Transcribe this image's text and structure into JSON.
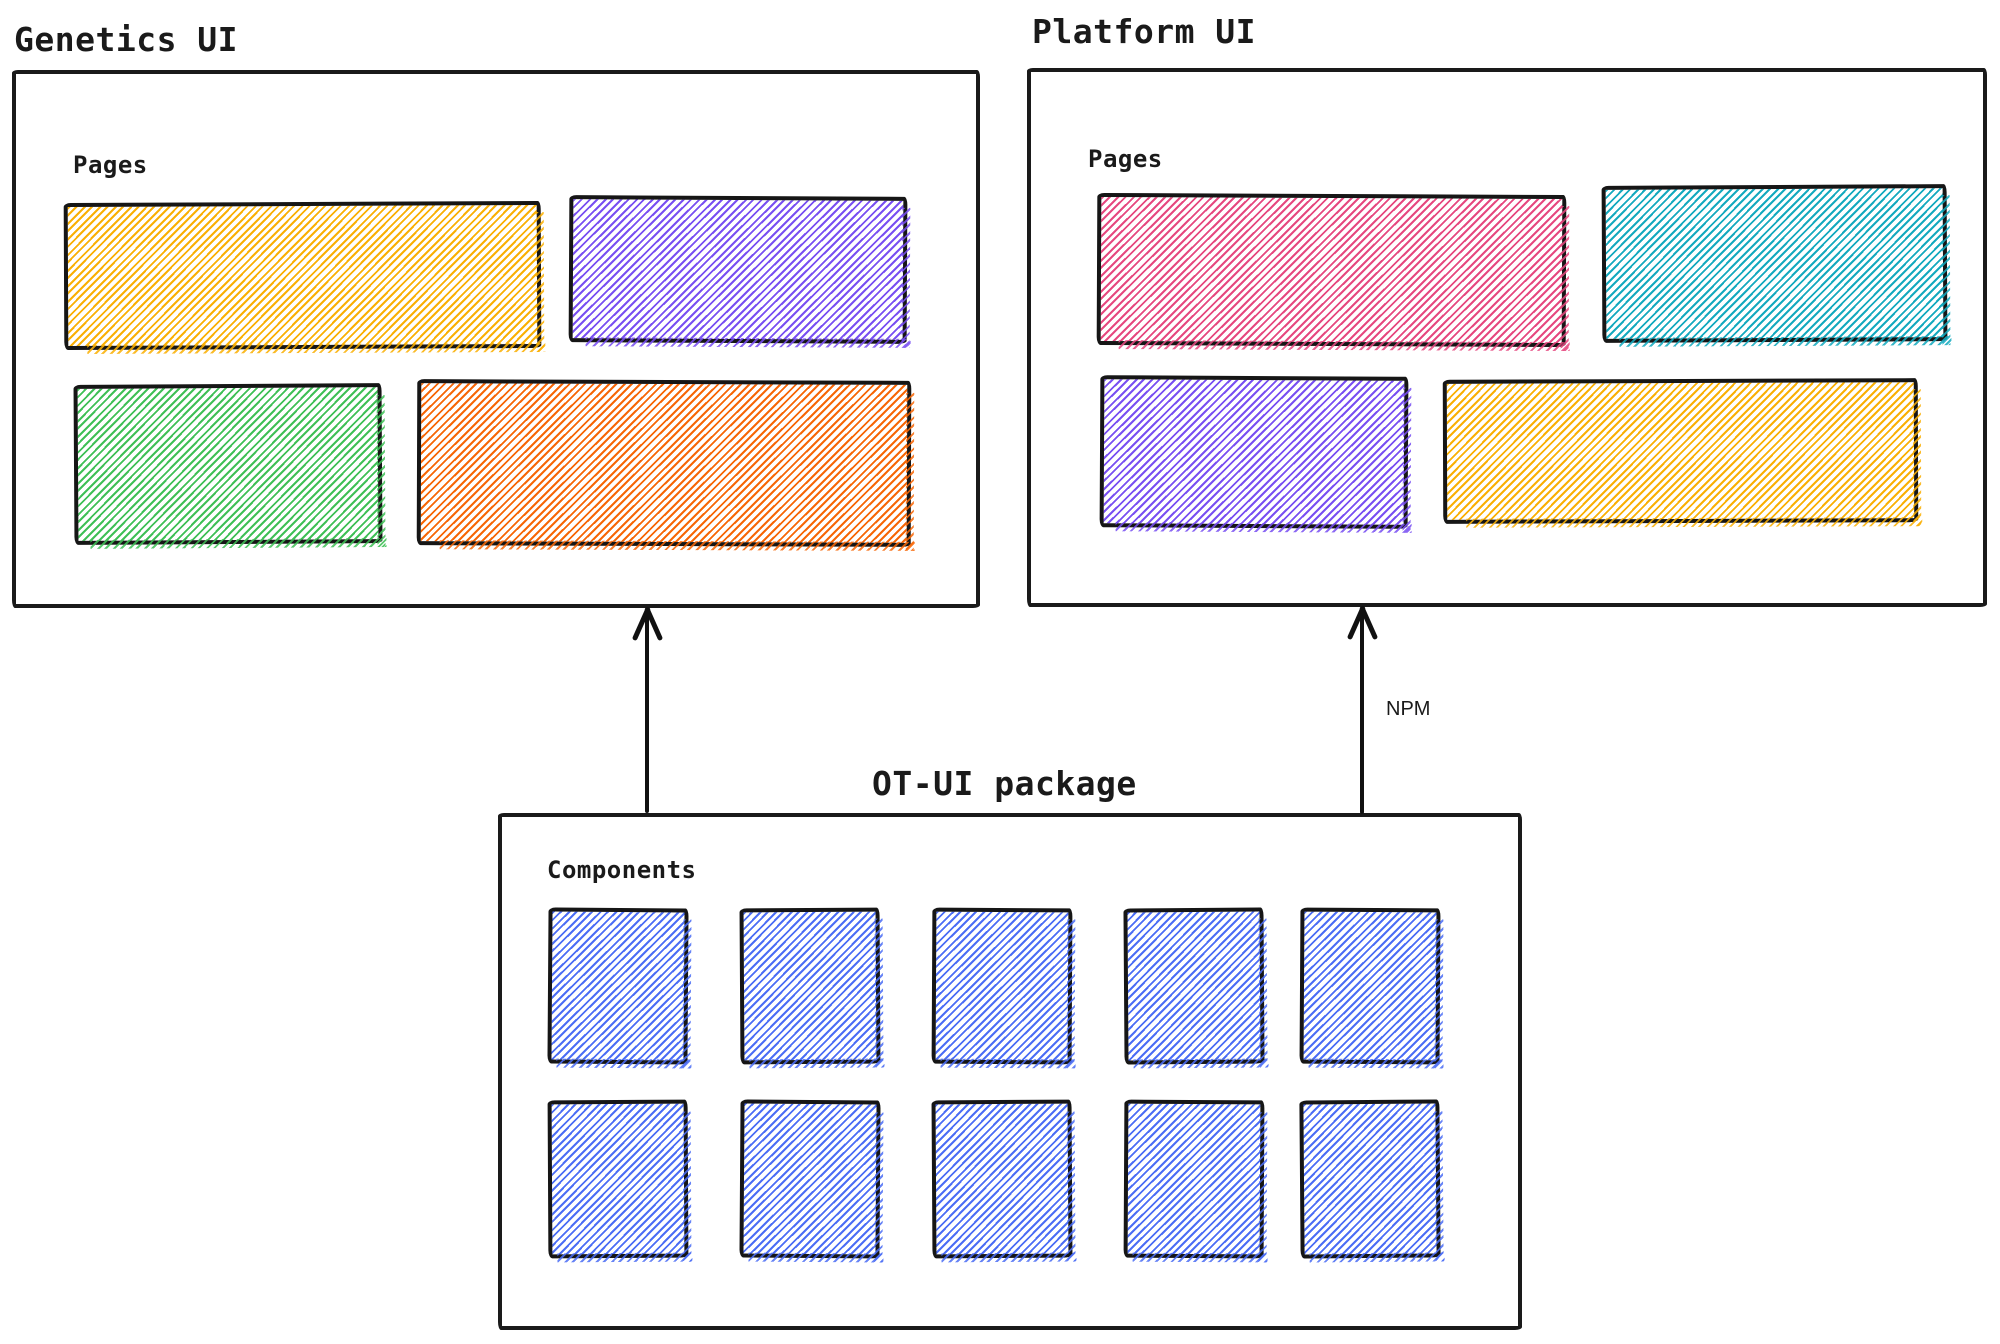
{
  "diagram": {
    "background": "#ffffff",
    "ink": "#1a1a1a",
    "genetics": {
      "title": "Genetics UI",
      "section_label": "Pages",
      "pages": [
        {
          "name": "amber-page",
          "color": "#fab005"
        },
        {
          "name": "violet-page",
          "color": "#7950f2"
        },
        {
          "name": "green-page",
          "color": "#40c057"
        },
        {
          "name": "orange-page",
          "color": "#f76707"
        }
      ]
    },
    "platform": {
      "title": "Platform UI",
      "section_label": "Pages",
      "pages": [
        {
          "name": "pink-page",
          "color": "#e64980"
        },
        {
          "name": "teal-page",
          "color": "#15aabf"
        },
        {
          "name": "violet-page",
          "color": "#7950f2"
        },
        {
          "name": "amber-page",
          "color": "#fab005"
        }
      ]
    },
    "package": {
      "title": "OT-UI package",
      "section_label": "Components",
      "component_color": "#4c6ef5",
      "component_count": 10,
      "grid": {
        "rows": 2,
        "columns": 5
      }
    },
    "arrows": {
      "left_target": "Genetics UI",
      "right_target": "Platform UI",
      "right_label": "NPM"
    }
  }
}
